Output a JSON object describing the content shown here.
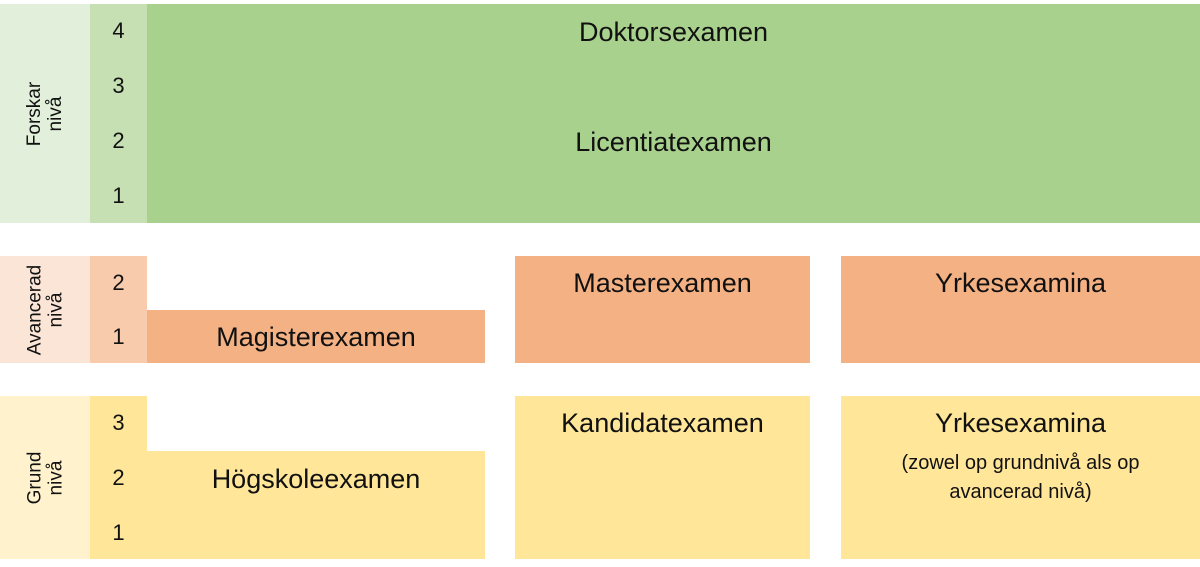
{
  "colors": {
    "forskar_label_bg": "#e2efda",
    "forskar_num_bg": "#c6e0b4",
    "forskar_main": "#a9d18e",
    "avancerad_label_bg": "#fbe5d6",
    "avancerad_num_bg": "#f8cbad",
    "avancerad_main": "#f4b183",
    "grund_label_bg": "#fff2cc",
    "grund_main": "#ffe699"
  },
  "levels": {
    "forskar": {
      "label_line1": "Forskar",
      "label_line2": "nivå",
      "numbers": [
        "4",
        "3",
        "2",
        "1"
      ]
    },
    "avancerad": {
      "label_line1": "Avancerad",
      "label_line2": "nivå",
      "numbers": [
        "2",
        "1"
      ]
    },
    "grund": {
      "label_line1": "Grund",
      "label_line2": "nivå",
      "numbers": [
        "3",
        "2",
        "1"
      ]
    }
  },
  "degrees": {
    "doktor": "Doktorsexamen",
    "licentiat": "Licentiatexamen",
    "magister": "Magisterexamen",
    "master": "Masterexamen",
    "yrkes_avancerad": "Yrkesexamina",
    "hogskole": "Högskoleexamen",
    "kandidat": "Kandidatexamen",
    "yrkes_grund": "Yrkesexamina",
    "yrkes_grund_note_line1": "(zowel op grundnivå als op",
    "yrkes_grund_note_line2": "avancerad nivå)"
  }
}
